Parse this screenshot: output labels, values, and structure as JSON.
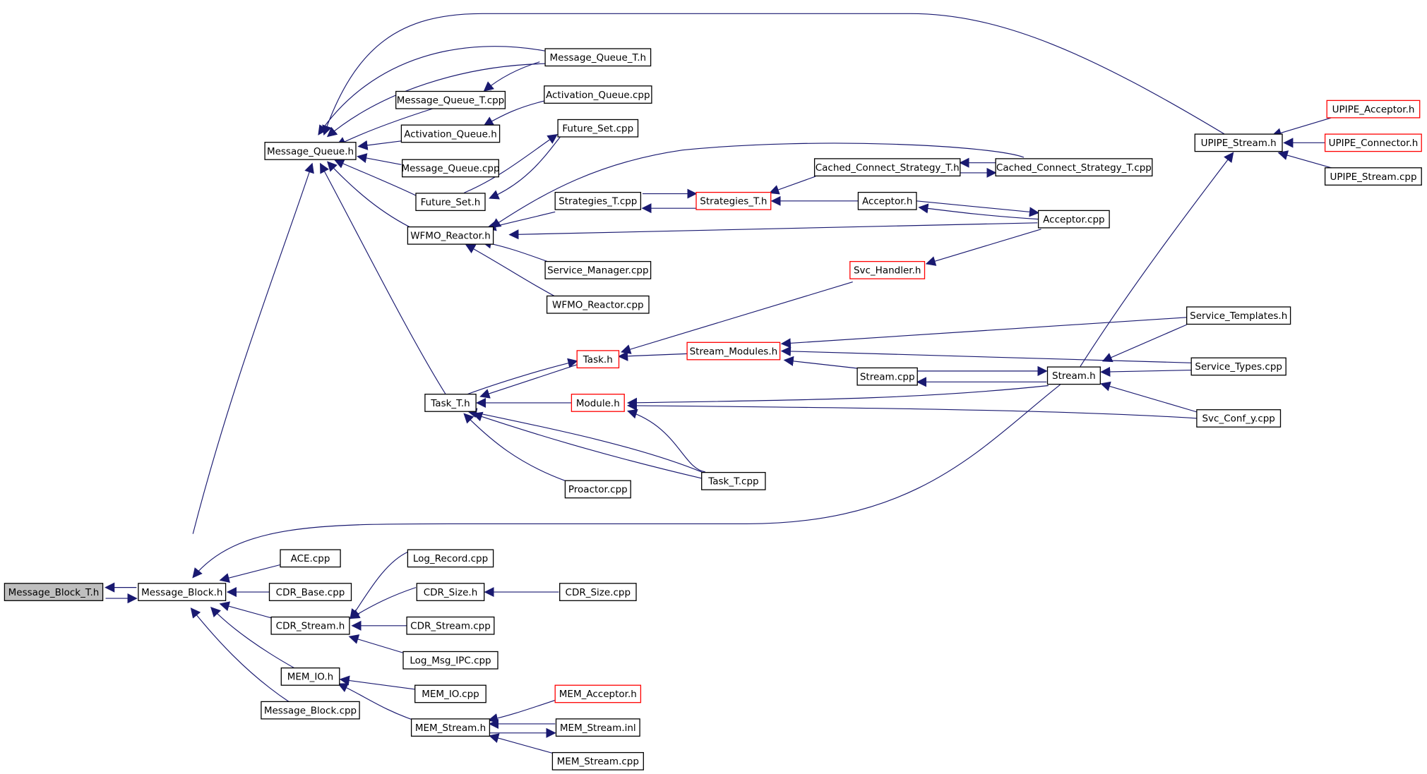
{
  "graph": {
    "root": "Message_Block_T.h",
    "colors": {
      "edge": "#191970",
      "node_border": "#000000",
      "node_border_incomplete": "#ff0000",
      "root_fill": "#bfbfbf"
    },
    "nodes": [
      {
        "id": "Message_Block_T.h",
        "incomplete": false
      },
      {
        "id": "Message_Block.h",
        "incomplete": false
      },
      {
        "id": "Message_Queue.h",
        "incomplete": false
      },
      {
        "id": "ACE.cpp",
        "incomplete": false
      },
      {
        "id": "CDR_Base.cpp",
        "incomplete": false
      },
      {
        "id": "CDR_Stream.h",
        "incomplete": false
      },
      {
        "id": "MEM_IO.h",
        "incomplete": false
      },
      {
        "id": "Message_Block.cpp",
        "incomplete": false
      },
      {
        "id": "Stream.h",
        "incomplete": false
      },
      {
        "id": "Message_Queue_T.h",
        "incomplete": false
      },
      {
        "id": "Message_Queue_T.cpp",
        "incomplete": false
      },
      {
        "id": "Activation_Queue.cpp",
        "incomplete": false
      },
      {
        "id": "Activation_Queue.h",
        "incomplete": false
      },
      {
        "id": "Message_Queue.cpp",
        "incomplete": false
      },
      {
        "id": "Future_Set.cpp",
        "incomplete": false
      },
      {
        "id": "Future_Set.h",
        "incomplete": false
      },
      {
        "id": "WFMO_Reactor.h",
        "incomplete": false
      },
      {
        "id": "Task_T.h",
        "incomplete": false
      },
      {
        "id": "UPIPE_Stream.h",
        "incomplete": false
      },
      {
        "id": "Strategies_T.cpp",
        "incomplete": false
      },
      {
        "id": "Strategies_T.h",
        "incomplete": true
      },
      {
        "id": "Cached_Connect_Strategy_T.h",
        "incomplete": false
      },
      {
        "id": "Cached_Connect_Strategy_T.cpp",
        "incomplete": false
      },
      {
        "id": "Acceptor.h",
        "incomplete": false
      },
      {
        "id": "Acceptor.cpp",
        "incomplete": false
      },
      {
        "id": "Service_Manager.cpp",
        "incomplete": false
      },
      {
        "id": "WFMO_Reactor.cpp",
        "incomplete": false
      },
      {
        "id": "Svc_Handler.h",
        "incomplete": true
      },
      {
        "id": "Task.h",
        "incomplete": true
      },
      {
        "id": "Stream_Modules.h",
        "incomplete": true
      },
      {
        "id": "Stream.cpp",
        "incomplete": false
      },
      {
        "id": "Module.h",
        "incomplete": true
      },
      {
        "id": "Proactor.cpp",
        "incomplete": false
      },
      {
        "id": "Task_T.cpp",
        "incomplete": false
      },
      {
        "id": "Service_Templates.h",
        "incomplete": false
      },
      {
        "id": "Service_Types.cpp",
        "incomplete": false
      },
      {
        "id": "Svc_Conf_y.cpp",
        "incomplete": false
      },
      {
        "id": "UPIPE_Acceptor.h",
        "incomplete": true
      },
      {
        "id": "UPIPE_Connector.h",
        "incomplete": true
      },
      {
        "id": "UPIPE_Stream.cpp",
        "incomplete": false
      },
      {
        "id": "Log_Record.cpp",
        "incomplete": false
      },
      {
        "id": "CDR_Size.h",
        "incomplete": false
      },
      {
        "id": "CDR_Size.cpp",
        "incomplete": false
      },
      {
        "id": "CDR_Stream.cpp",
        "incomplete": false
      },
      {
        "id": "Log_Msg_IPC.cpp",
        "incomplete": false
      },
      {
        "id": "MEM_IO.cpp",
        "incomplete": false
      },
      {
        "id": "MEM_Stream.h",
        "incomplete": false
      },
      {
        "id": "MEM_Acceptor.h",
        "incomplete": true
      },
      {
        "id": "MEM_Stream.inl",
        "incomplete": false
      },
      {
        "id": "MEM_Stream.cpp",
        "incomplete": false
      }
    ],
    "edges": [
      {
        "from": "Message_Block.h",
        "to": "Message_Block_T.h"
      },
      {
        "from": "Message_Block_T.h",
        "to": "Message_Block.h"
      },
      {
        "from": "Message_Queue.h",
        "to": "Message_Block.h"
      },
      {
        "from": "ACE.cpp",
        "to": "Message_Block.h"
      },
      {
        "from": "CDR_Base.cpp",
        "to": "Message_Block.h"
      },
      {
        "from": "CDR_Stream.h",
        "to": "Message_Block.h"
      },
      {
        "from": "MEM_IO.h",
        "to": "Message_Block.h"
      },
      {
        "from": "Message_Block.cpp",
        "to": "Message_Block.h"
      },
      {
        "from": "Stream.h",
        "to": "Message_Block.h"
      },
      {
        "from": "Message_Queue_T.h",
        "to": "Message_Queue.h"
      },
      {
        "from": "Message_Queue_T.h",
        "to": "Message_Queue.h"
      },
      {
        "from": "Message_Queue_T.cpp",
        "to": "Message_Queue.h"
      },
      {
        "from": "Activation_Queue.h",
        "to": "Message_Queue.h"
      },
      {
        "from": "Message_Queue.cpp",
        "to": "Message_Queue.h"
      },
      {
        "from": "Future_Set.h",
        "to": "Message_Queue.h"
      },
      {
        "from": "WFMO_Reactor.h",
        "to": "Message_Queue.h"
      },
      {
        "from": "Task_T.h",
        "to": "Message_Queue.h"
      },
      {
        "from": "UPIPE_Stream.h",
        "to": "Message_Queue.h"
      },
      {
        "from": "Message_Queue_T.h",
        "to": "Message_Queue_T.cpp"
      },
      {
        "from": "Activation_Queue.cpp",
        "to": "Activation_Queue.h"
      },
      {
        "from": "Future_Set.h",
        "to": "Future_Set.cpp"
      },
      {
        "from": "Future_Set.cpp",
        "to": "Future_Set.h"
      },
      {
        "from": "Strategies_T.cpp",
        "to": "WFMO_Reactor.h"
      },
      {
        "from": "Cached_Connect_Strategy_T.cpp",
        "to": "WFMO_Reactor.h"
      },
      {
        "from": "Acceptor.cpp",
        "to": "WFMO_Reactor.h"
      },
      {
        "from": "Service_Manager.cpp",
        "to": "WFMO_Reactor.h"
      },
      {
        "from": "WFMO_Reactor.cpp",
        "to": "WFMO_Reactor.h"
      },
      {
        "from": "Strategies_T.cpp",
        "to": "Strategies_T.h"
      },
      {
        "from": "Strategies_T.h",
        "to": "Strategies_T.cpp"
      },
      {
        "from": "Cached_Connect_Strategy_T.h",
        "to": "Strategies_T.h"
      },
      {
        "from": "Acceptor.h",
        "to": "Strategies_T.h"
      },
      {
        "from": "Cached_Connect_Strategy_T.cpp",
        "to": "Cached_Connect_Strategy_T.h"
      },
      {
        "from": "Cached_Connect_Strategy_T.h",
        "to": "Cached_Connect_Strategy_T.cpp"
      },
      {
        "from": "Acceptor.h",
        "to": "Acceptor.cpp"
      },
      {
        "from": "Acceptor.cpp",
        "to": "Acceptor.h"
      },
      {
        "from": "Acceptor.cpp",
        "to": "Svc_Handler.h"
      },
      {
        "from": "Svc_Handler.h",
        "to": "Task.h"
      },
      {
        "from": "Task_T.h",
        "to": "Task.h"
      },
      {
        "from": "Task.h",
        "to": "Task_T.h"
      },
      {
        "from": "Stream_Modules.h",
        "to": "Task.h"
      },
      {
        "from": "Module.h",
        "to": "Task_T.h"
      },
      {
        "from": "Proactor.cpp",
        "to": "Task_T.h"
      },
      {
        "from": "Task_T.cpp",
        "to": "Task_T.h"
      },
      {
        "from": "Task_T.cpp",
        "to": "Task_T.h"
      },
      {
        "from": "Task_T.cpp",
        "to": "Module.h"
      },
      {
        "from": "Stream.h",
        "to": "Module.h"
      },
      {
        "from": "Svc_Conf_y.cpp",
        "to": "Module.h"
      },
      {
        "from": "Service_Templates.h",
        "to": "Stream_Modules.h"
      },
      {
        "from": "Service_Types.cpp",
        "to": "Stream_Modules.h"
      },
      {
        "from": "Stream.cpp",
        "to": "Stream_Modules.h"
      },
      {
        "from": "Stream.cpp",
        "to": "Stream.h"
      },
      {
        "from": "Stream.h",
        "to": "Stream.cpp"
      },
      {
        "from": "Service_Templates.h",
        "to": "Stream.h"
      },
      {
        "from": "Service_Types.cpp",
        "to": "Stream.h"
      },
      {
        "from": "Svc_Conf_y.cpp",
        "to": "Stream.h"
      },
      {
        "from": "Stream.h",
        "to": "UPIPE_Stream.h"
      },
      {
        "from": "UPIPE_Acceptor.h",
        "to": "UPIPE_Stream.h"
      },
      {
        "from": "UPIPE_Connector.h",
        "to": "UPIPE_Stream.h"
      },
      {
        "from": "UPIPE_Stream.cpp",
        "to": "UPIPE_Stream.h"
      },
      {
        "from": "Log_Record.cpp",
        "to": "CDR_Stream.h"
      },
      {
        "from": "CDR_Size.h",
        "to": "CDR_Stream.h"
      },
      {
        "from": "CDR_Stream.cpp",
        "to": "CDR_Stream.h"
      },
      {
        "from": "Log_Msg_IPC.cpp",
        "to": "CDR_Stream.h"
      },
      {
        "from": "CDR_Size.cpp",
        "to": "CDR_Size.h"
      },
      {
        "from": "MEM_IO.cpp",
        "to": "MEM_IO.h"
      },
      {
        "from": "MEM_Stream.h",
        "to": "MEM_IO.h"
      },
      {
        "from": "MEM_Acceptor.h",
        "to": "MEM_Stream.h"
      },
      {
        "from": "MEM_Stream.inl",
        "to": "MEM_Stream.h"
      },
      {
        "from": "MEM_Stream.h",
        "to": "MEM_Stream.inl"
      },
      {
        "from": "MEM_Stream.cpp",
        "to": "MEM_Stream.h"
      }
    ]
  }
}
